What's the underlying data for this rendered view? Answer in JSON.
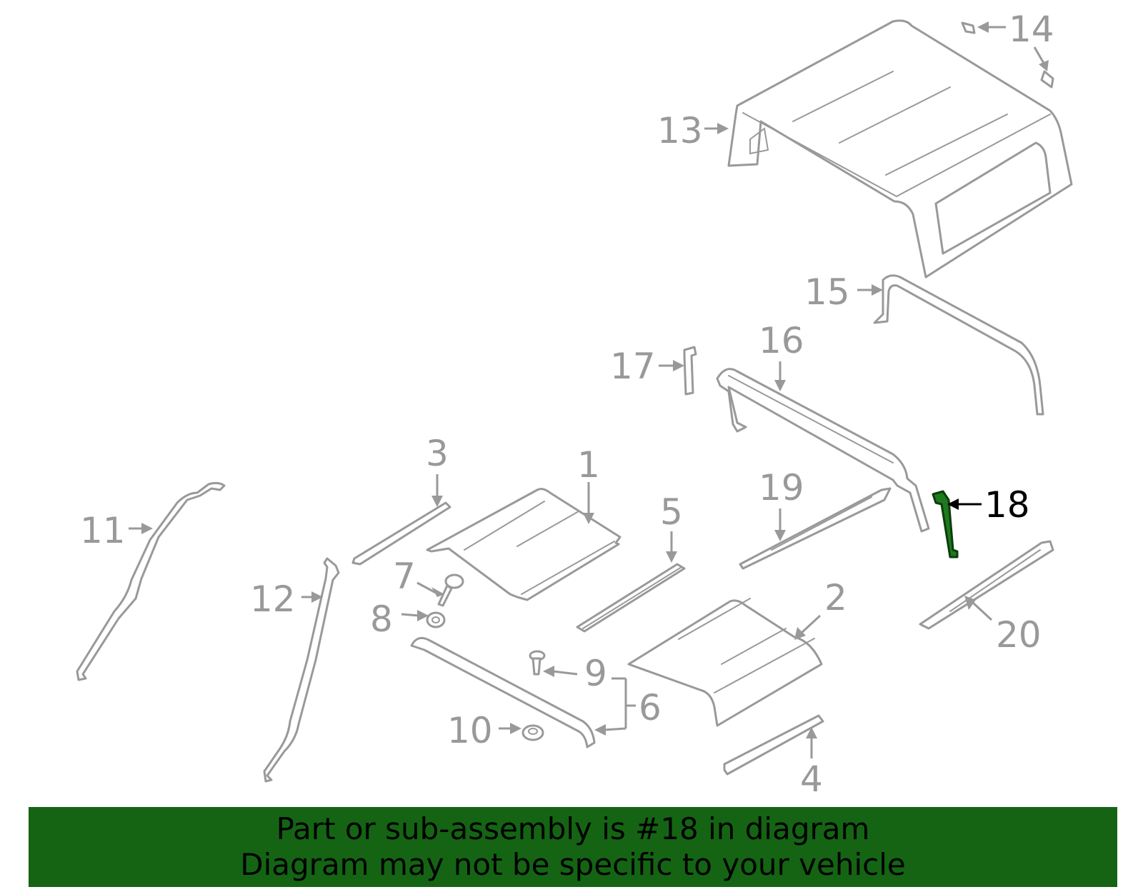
{
  "highlight_color": "#1e7a1e",
  "banner": {
    "line1": "Part or sub-assembly is #18 in diagram",
    "line2": "Diagram may not be specific to your vehicle",
    "background": "#146414"
  },
  "callouts": {
    "c1": "1",
    "c2": "2",
    "c3": "3",
    "c4": "4",
    "c5": "5",
    "c6": "6",
    "c7": "7",
    "c8": "8",
    "c9": "9",
    "c10": "10",
    "c11": "11",
    "c12": "12",
    "c13": "13",
    "c14": "14",
    "c15": "15",
    "c16": "16",
    "c17": "17",
    "c18": "18",
    "c19": "19",
    "c20": "20"
  },
  "highlighted_part": "18"
}
